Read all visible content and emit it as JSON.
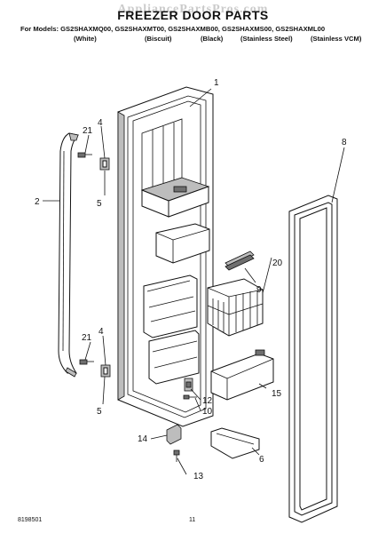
{
  "header": {
    "watermark": "AppliancePartsPros.com",
    "title": "FREEZER DOOR PARTS",
    "models": "For Models: GS2SHAXMQ00, GS2SHAXMT00, GS2SHAXMB00, GS2SHAXMS00, GS2SHAXML00",
    "colors": [
      "(White)",
      "(Biscuit)",
      "(Black)",
      "(Stainless Steel)",
      "(Stainless VCM)"
    ]
  },
  "callouts": [
    "1",
    "2",
    "4",
    "5",
    "21",
    "4",
    "21",
    "5",
    "8",
    "9",
    "20",
    "15",
    "12",
    "10",
    "14",
    "13",
    "6"
  ],
  "footer": {
    "doc_number": "8198501",
    "page_number": "11"
  }
}
